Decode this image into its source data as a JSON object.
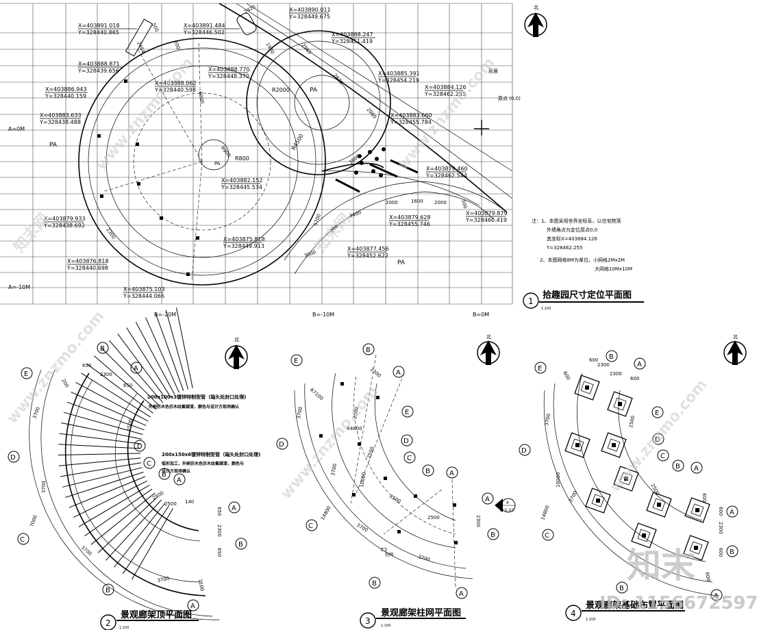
{
  "plan1": {
    "title": "拾趣园尺寸定位平面图",
    "number": "1",
    "scale": "1:100",
    "axis_a0": "A=0M",
    "axis_a_minus10": "A=-10M",
    "axis_b_minus20": "B=-20M",
    "axis_b_minus10": "B=-10M",
    "axis_b0": "B=0M",
    "north": "北",
    "residence_label": "民居",
    "origin_label": "原点 (0,0)",
    "pa_labels": [
      "PA",
      "PA",
      "PA",
      "PA"
    ],
    "radius_labels": [
      "R2000",
      "R4500",
      "R800",
      "R900"
    ],
    "dim_labels": [
      "500",
      "2464",
      "2420",
      "2965",
      "2870",
      "2960",
      "200",
      "6000",
      "1900",
      "3800",
      "2000",
      "1600",
      "2000",
      "500",
      "5700",
      "3400",
      "3000",
      "2300",
      "200"
    ],
    "coords": [
      {
        "x": "X=403891.018",
        "y": "Y=328440.865"
      },
      {
        "x": "X=403891.484",
        "y": "Y=328446.502"
      },
      {
        "x": "X=403890.011",
        "y": "Y=328449.675"
      },
      {
        "x": "X=403888.247",
        "y": "Y=328451.419"
      },
      {
        "x": "X=403888.871",
        "y": "Y=328439.656"
      },
      {
        "x": "X=403888.770",
        "y": "Y=328448.370"
      },
      {
        "x": "X=403885.391",
        "y": "Y=328454.219"
      },
      {
        "x": "X=403888.062",
        "y": "Y=328440.598"
      },
      {
        "x": "X=403886.943",
        "y": "Y=328440.159"
      },
      {
        "x": "X=403884.126",
        "y": "Y=328462.255"
      },
      {
        "x": "X=403883.633",
        "y": "Y=328438.488"
      },
      {
        "x": "X=403883.660",
        "y": "Y=328455.784"
      },
      {
        "x": "X=403879.460",
        "y": "Y=328462.544"
      },
      {
        "x": "X=403882.152",
        "y": "Y=328445.534"
      },
      {
        "x": "X=403879.879",
        "y": "Y=328460.419"
      },
      {
        "x": "X=403879.628",
        "y": "Y=328455.746"
      },
      {
        "x": "X=403879.933",
        "y": "Y=328438.692"
      },
      {
        "x": "X=403875.818",
        "y": "Y=328449.913"
      },
      {
        "x": "X=403877.456",
        "y": "Y=328452.622"
      },
      {
        "x": "X=403876.818",
        "y": "Y=328440.698"
      },
      {
        "x": "X=403875.103",
        "y": "Y=328444.066"
      }
    ],
    "notes": {
      "n1": "注：1、本图采用世界坐标系，以住宅院落",
      "n2": "外墙角点为定位原点0,0",
      "n3": "其坐标X=403884.126",
      "n4": "Y=328462.255",
      "n5": "2、本图网格8M为单位，小网格2Mx2M",
      "n6": "大网格10Mx10M"
    }
  },
  "plan2": {
    "title": "景观廊架顶平面图",
    "number": "2",
    "scale": "1:100",
    "north": "北",
    "note1a": "200x100x3镀锌特制型管（端头处封口处理)",
    "note1b": "外刷仿木色仿木纹氟碳漆，颜色与设计方现场确认",
    "note2a": "200x150x6镀锌特制型管（端头处封口处理)",
    "note2b": "弧形加工，外刷仿木色仿木纹氟碳漆，颜色与",
    "note2c": "设计方现场确认",
    "dims": [
      "650",
      "2300",
      "650",
      "200",
      "3700",
      "2500",
      "3700",
      "7000",
      "2500",
      "140",
      "2500",
      "650",
      "2300",
      "650",
      "3700",
      "1100"
    ]
  },
  "plan3": {
    "title": "景观廊架柱网平面图",
    "number": "3",
    "scale": "1:100",
    "north": "北",
    "section_mark": "4",
    "section_ref": "D-5.02",
    "dims": [
      "R7100",
      "2300",
      "3700",
      "2500",
      "R4800",
      "2500",
      "3700",
      "10000",
      "14800",
      "2500",
      "2500",
      "2300",
      "3700",
      "柱网",
      "C2"
    ]
  },
  "plan4": {
    "title": "景观廊架基础布置平面图",
    "number": "4",
    "scale": "1:100",
    "north": "北",
    "dims": [
      "600",
      "2300",
      "600",
      "2300",
      "600",
      "2500",
      "3700",
      "10000",
      "600",
      "2300",
      "600",
      "2500",
      "3700",
      "14800",
      "600"
    ]
  },
  "axis_letters": [
    "A",
    "B",
    "C",
    "D",
    "E"
  ],
  "watermark": {
    "site": "www.znzmo.com",
    "brand": "知末网",
    "logo": "知末",
    "id": "ID: 1156672597"
  }
}
